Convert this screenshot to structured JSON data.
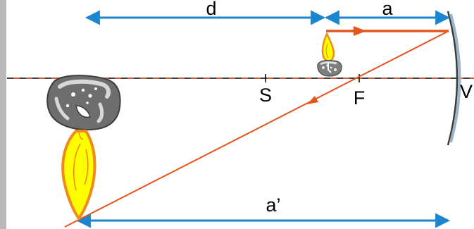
{
  "labels": {
    "d": "d",
    "a": "a",
    "a_prime": "a’",
    "S": "S",
    "F": "F",
    "V": "V"
  },
  "colors": {
    "axis_black": "#000000",
    "axis_orange": "#e4551e",
    "dimension_blue": "#1a86cf",
    "ray_orange": "#e4551e",
    "mirror_dark": "#3a3a3a",
    "mirror_light": "#9fb3c7",
    "flame_yellow": "#ffff00",
    "flame_outline": "#f08a1a",
    "candle_gray": "#7e7e7e",
    "left_border_gray": "#b9b9b9"
  },
  "icons": {
    "mirror": "concave-mirror",
    "object": "small-candle-object",
    "image": "large-inverted-candle-image"
  }
}
